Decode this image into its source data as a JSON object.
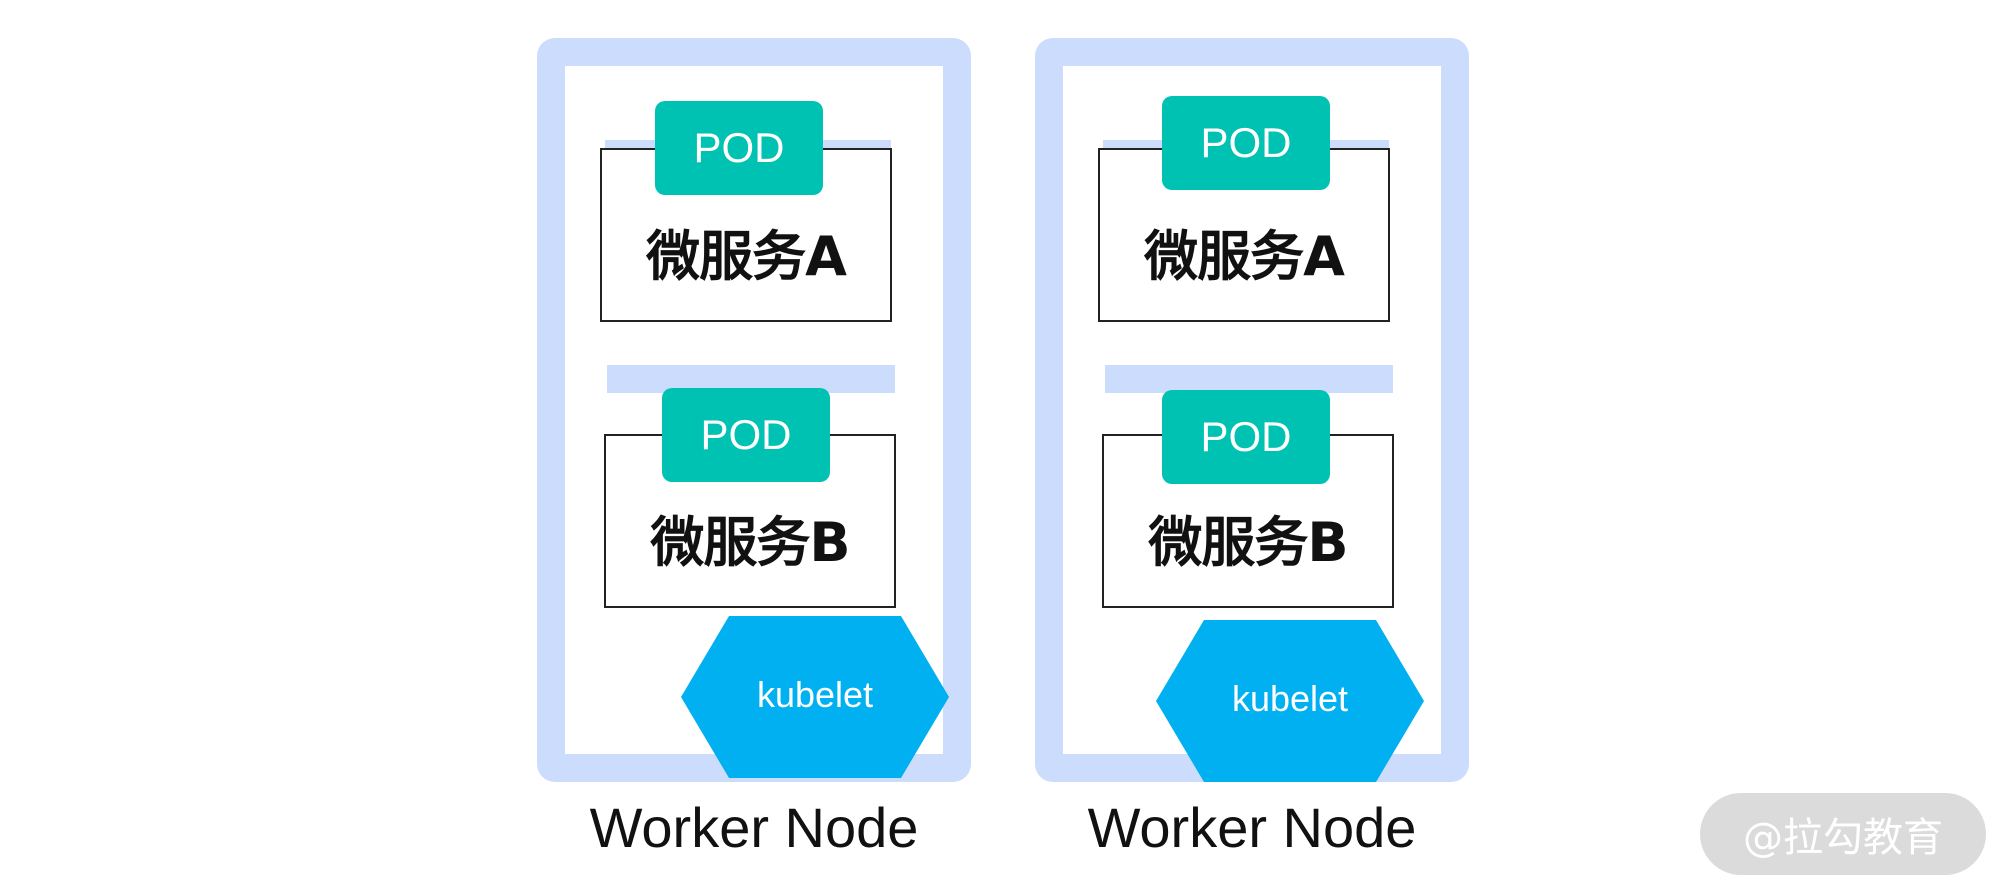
{
  "nodes": [
    {
      "label": "Worker Node",
      "pods": [
        {
          "pod_label": "POD",
          "service_label": "微服务A"
        },
        {
          "pod_label": "POD",
          "service_label": "微服务B"
        }
      ],
      "agent_label": "kubelet"
    },
    {
      "label": "Worker Node",
      "pods": [
        {
          "pod_label": "POD",
          "service_label": "微服务A"
        },
        {
          "pod_label": "POD",
          "service_label": "微服务B"
        }
      ],
      "agent_label": "kubelet"
    }
  ],
  "watermark": "@拉勾教育",
  "colors": {
    "node_border": "#cbdcfc",
    "pod_fill": "#00c2b3",
    "kubelet_fill": "#00b0f0",
    "service_border": "#222222"
  }
}
